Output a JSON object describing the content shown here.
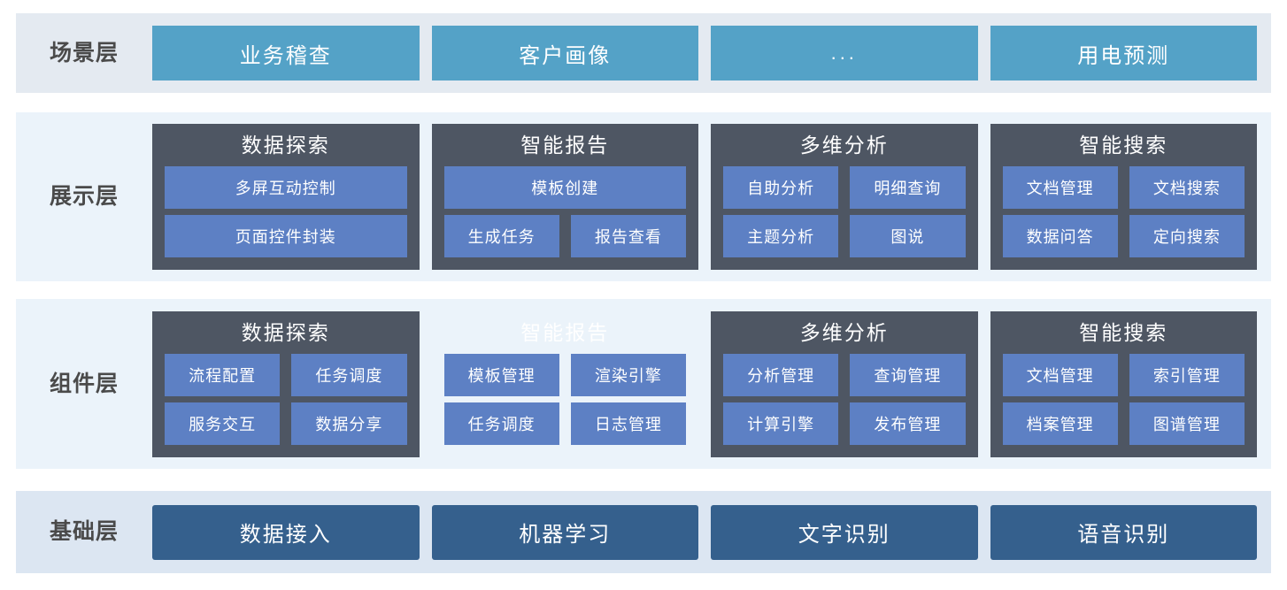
{
  "diagram": {
    "colors": {
      "band_scene_bg": "#e4eaf1",
      "band_view_bg": "#ebf3fa",
      "band_comp_bg": "#ebf3fa",
      "band_base_bg": "#dce6f2",
      "scene_card": "#54a2c7",
      "module_card": "#4e5663",
      "chip": "#5d80c4",
      "base_card": "#35608d",
      "label_text": "#4a4a4a",
      "card_text": "#ffffff"
    },
    "rows": [
      {
        "label": "场景层",
        "cards": [
          {
            "title": "业务稽查"
          },
          {
            "title": "客户画像"
          },
          {
            "title": "..."
          },
          {
            "title": "用电预测"
          }
        ]
      },
      {
        "label": "展示层",
        "cards": [
          {
            "title": "数据探索",
            "chip_rows": [
              [
                "多屏互动控制"
              ],
              [
                "页面控件封装"
              ]
            ]
          },
          {
            "title": "智能报告",
            "chip_rows": [
              [
                "模板创建"
              ],
              [
                "生成任务",
                "报告查看"
              ]
            ]
          },
          {
            "title": "多维分析",
            "chip_rows": [
              [
                "自助分析",
                "明细查询"
              ],
              [
                "主题分析",
                "图说"
              ]
            ]
          },
          {
            "title": "智能搜索",
            "chip_rows": [
              [
                "文档管理",
                "文档搜索"
              ],
              [
                "数据问答",
                "定向搜索"
              ]
            ]
          }
        ]
      },
      {
        "label": "组件层",
        "cards": [
          {
            "title": "数据探索",
            "chip_rows": [
              [
                "流程配置",
                "任务调度"
              ],
              [
                "服务交互",
                "数据分享"
              ]
            ]
          },
          {
            "title": "智能报告",
            "faded": true,
            "chip_rows": [
              [
                "模板管理",
                "渲染引擎"
              ],
              [
                "任务调度",
                "日志管理"
              ]
            ]
          },
          {
            "title": "多维分析",
            "chip_rows": [
              [
                "分析管理",
                "查询管理"
              ],
              [
                "计算引擎",
                "发布管理"
              ]
            ]
          },
          {
            "title": "智能搜索",
            "chip_rows": [
              [
                "文档管理",
                "索引管理"
              ],
              [
                "档案管理",
                "图谱管理"
              ]
            ]
          }
        ]
      },
      {
        "label": "基础层",
        "cards": [
          {
            "title": "数据接入"
          },
          {
            "title": "机器学习"
          },
          {
            "title": "文字识别"
          },
          {
            "title": "语音识别"
          }
        ]
      }
    ]
  }
}
